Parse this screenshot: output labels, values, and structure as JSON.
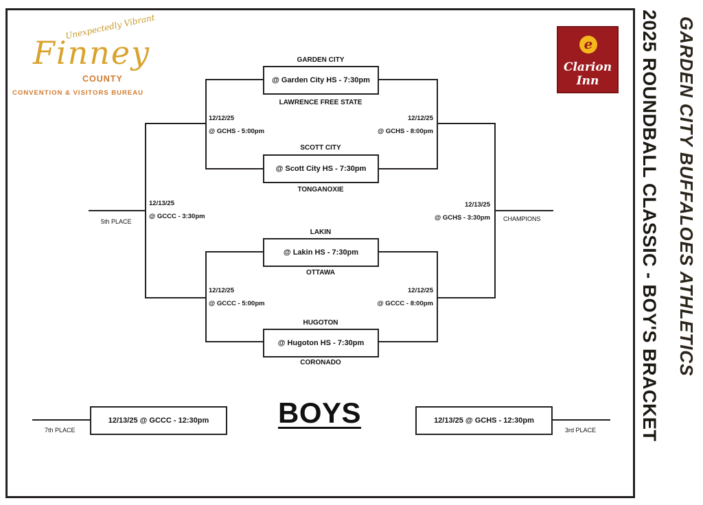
{
  "logos": {
    "finney_tagline": "Unexpectedly Vibrant",
    "finney_name": "Finney",
    "finney_county": "COUNTY",
    "finney_cvb": "CONVENTION & VISITORS BUREAU",
    "clarion_line1": "Clarion",
    "clarion_line2": "Inn"
  },
  "side_titles": {
    "line1": "GARDEN CITY BUFFALOES ATHLETICS",
    "line2": "2025 ROUNDBALL CLASSIC - BOY'S BRACKET"
  },
  "first_round": [
    {
      "top_team": "GARDEN CITY",
      "game": "@ Garden City HS  -  7:30pm",
      "bottom_team": "LAWRENCE FREE STATE"
    },
    {
      "top_team": "SCOTT CITY",
      "game": "@ Scott City HS  -  7:30pm",
      "bottom_team": "TONGANOXIE"
    },
    {
      "top_team": "LAKIN",
      "game": "@ Lakin HS  -  7:30pm",
      "bottom_team": "OTTAWA"
    },
    {
      "top_team": "HUGOTON",
      "game": "@ Hugoton HS  -  7:30pm",
      "bottom_team": "CORONADO"
    }
  ],
  "semis": {
    "top_left": {
      "date": "12/12/25",
      "location": "@ GCHS  -  5:00pm"
    },
    "top_right": {
      "date": "12/12/25",
      "location": "@ GCHS  -  8:00pm"
    },
    "bottom_left": {
      "date": "12/12/25",
      "location": "@ GCCC  -  5:00pm"
    },
    "bottom_right": {
      "date": "12/12/25",
      "location": "@ GCCC  -  8:00pm"
    }
  },
  "finals": {
    "left": {
      "date": "12/13/25",
      "location": "@ GCCC  -  3:30pm",
      "label": "5th PLACE"
    },
    "right": {
      "date": "12/13/25",
      "location": "@ GCHS  -  3:30pm",
      "label": "CHAMPIONS"
    }
  },
  "placement": {
    "seventh": {
      "game": "12/13/25 @ GCCC -  12:30pm",
      "label": "7th PLACE"
    },
    "third": {
      "game": "12/13/25 @ GCHS -  12:30pm",
      "label": "3rd PLACE"
    }
  },
  "heading": "BOYS"
}
